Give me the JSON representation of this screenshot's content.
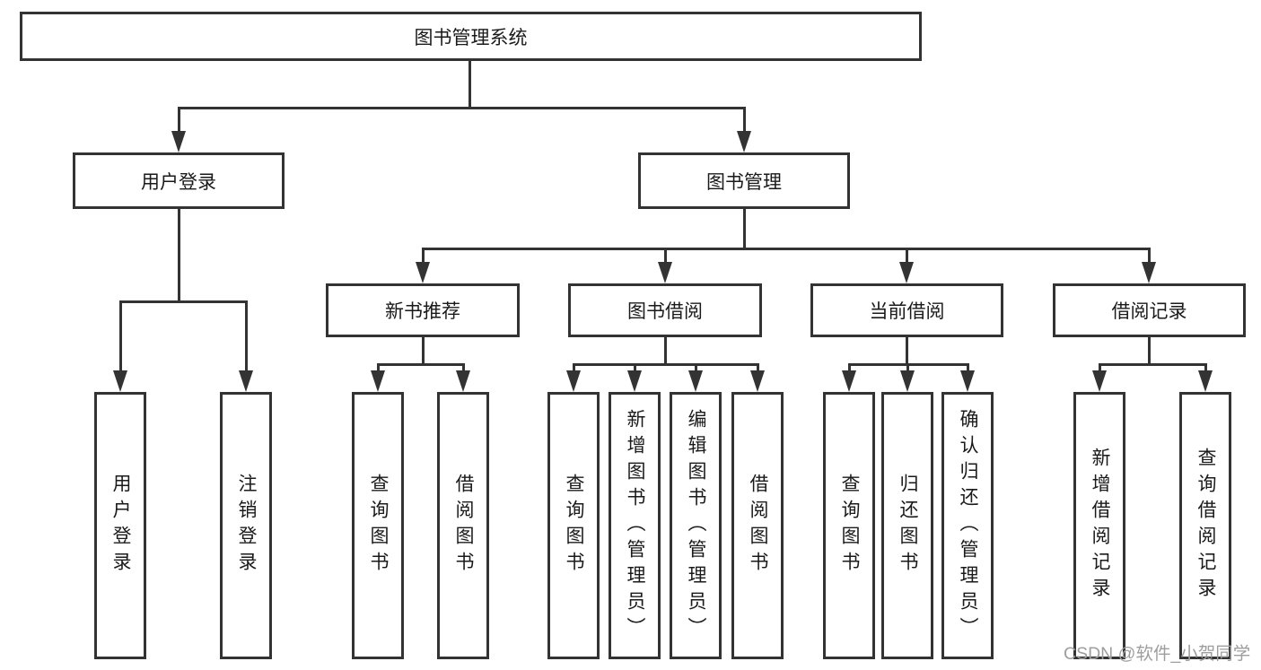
{
  "diagram": {
    "root": {
      "label": "图书管理系统"
    },
    "branches": [
      {
        "label": "用户登录",
        "children": [
          {
            "label": "用户登录"
          },
          {
            "label": "注销登录"
          }
        ]
      },
      {
        "label": "图书管理",
        "children": [
          {
            "label": "新书推荐",
            "children": [
              {
                "label": "查询图书"
              },
              {
                "label": "借阅图书"
              }
            ]
          },
          {
            "label": "图书借阅",
            "children": [
              {
                "label": "查询图书"
              },
              {
                "label": "新增图书（管理员）"
              },
              {
                "label": "编辑图书（管理员）"
              },
              {
                "label": "借阅图书"
              }
            ]
          },
          {
            "label": "当前借阅",
            "children": [
              {
                "label": "查询图书"
              },
              {
                "label": "归还图书"
              },
              {
                "label": "确认归还（管理员）"
              }
            ]
          },
          {
            "label": "借阅记录",
            "children": [
              {
                "label": "新增借阅记录"
              },
              {
                "label": "查询借阅记录"
              }
            ]
          }
        ]
      }
    ]
  },
  "watermark": {
    "text": "CSDN @软件_小贺同学"
  },
  "colors": {
    "line": "#333333",
    "text": "#1a1a1a",
    "background": "#ffffff",
    "watermark": "#9e9e9e"
  }
}
